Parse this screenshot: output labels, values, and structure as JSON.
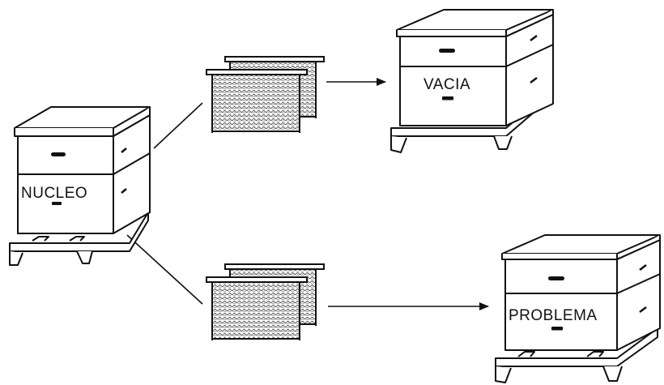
{
  "labels": {
    "source_hive": "NUCLEO",
    "empty_hive": "VACIA",
    "problem_hive": "PROBLEMA"
  },
  "colors": {
    "ink": "#111111",
    "paper": "#ffffff",
    "comb": "#888888"
  },
  "icons": {
    "hive": "beehive-box-icon",
    "frames": "comb-frames-icon",
    "arrow": "arrow-right-icon"
  }
}
